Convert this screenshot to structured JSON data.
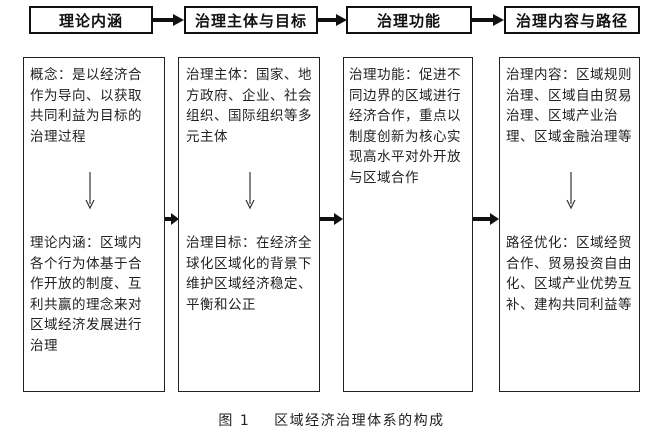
{
  "headers": [
    "理论内涵",
    "治理主体与目标",
    "治理功能",
    "治理内容与路径"
  ],
  "columns": [
    {
      "top": "概念：是以经济合作为导向、以获取共同利益为目标的治理过程",
      "bottom": "理论内涵：区域内各个行为体基于合作开放的制度、互利共赢的理念来对区域经济发展进行治理"
    },
    {
      "top": "治理主体：国家、地方政府、企业、社会组织、国际组织等多元主体",
      "bottom": "治理目标：在经济全球化区域化的背景下维护区域经济稳定、平衡和公正"
    },
    {
      "top": "治理功能：促进不同边界的区域进行经济合作，重点以制度创新为核心实现高水平对外开放与区域合作",
      "bottom": ""
    },
    {
      "top": "治理内容：区域规则治理、区域自由贸易治理、区域产业治理、区域金融治理等",
      "bottom": "路径优化：区域经贸合作、贸易投资自由化、区域产业优势互补、建构共同利益等"
    }
  ],
  "caption": {
    "figure_no": "图 1",
    "title": "区域经济治理体系的构成"
  }
}
